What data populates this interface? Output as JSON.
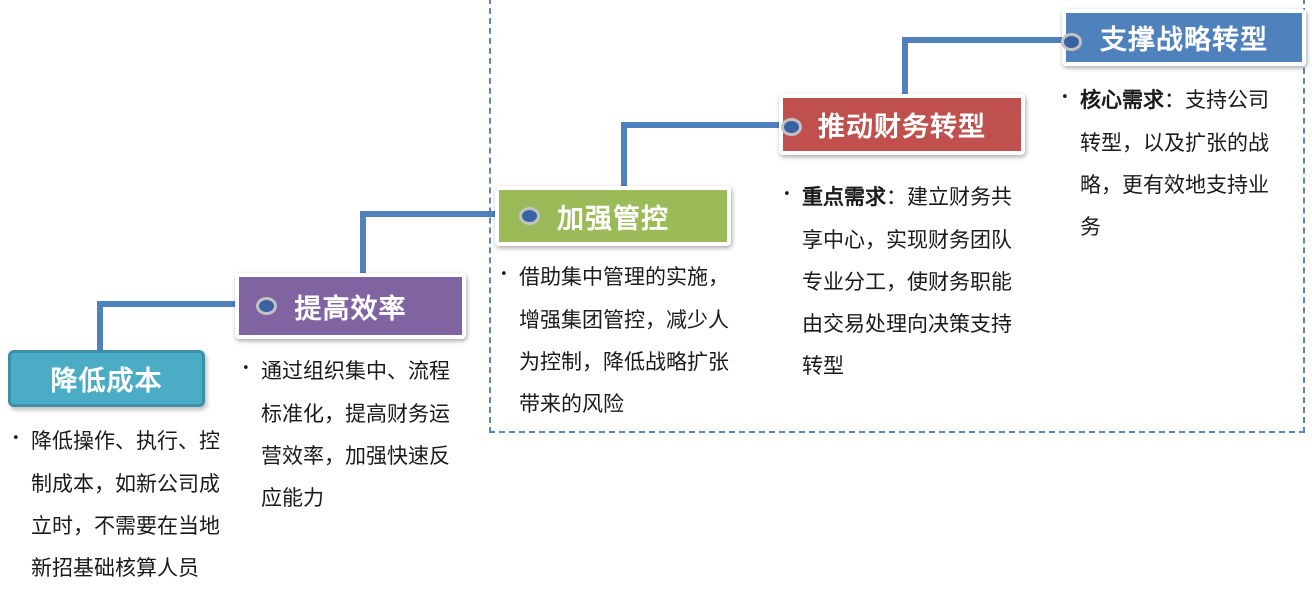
{
  "stages": [
    {
      "title": "降低成本",
      "color": "#4bacc6",
      "desc_label": "",
      "desc_text": "降低操作、执行、控制成本，如新公司成立时，不需要在当地新招基础核算人员"
    },
    {
      "title": "提高效率",
      "color": "#8064a2",
      "desc_label": "",
      "desc_text": "通过组织集中、流程标准化，提高财务运营效率，加强快速反应能力"
    },
    {
      "title": "加强管控",
      "color": "#9bbb59",
      "desc_label": "",
      "desc_text": "借助集中管理的实施，增强集团管控，减少人为控制，降低战略扩张带来的风险"
    },
    {
      "title": "推动财务转型",
      "color": "#c0504d",
      "desc_label": "重点需求",
      "desc_text": "：建立财务共享中心，实现财务团队专业分工，使财务职能由交易处理向决策支持转型"
    },
    {
      "title": "支撑战略转型",
      "color": "#4f81bd",
      "desc_label": "核心需求",
      "desc_text": "：支持公司转型，以及扩张的战略，更有效地支持业务"
    }
  ],
  "colors": {
    "connector": "#4f81bd",
    "node_dot": "#3a62a2",
    "dashed_border": "#5b86b8"
  }
}
